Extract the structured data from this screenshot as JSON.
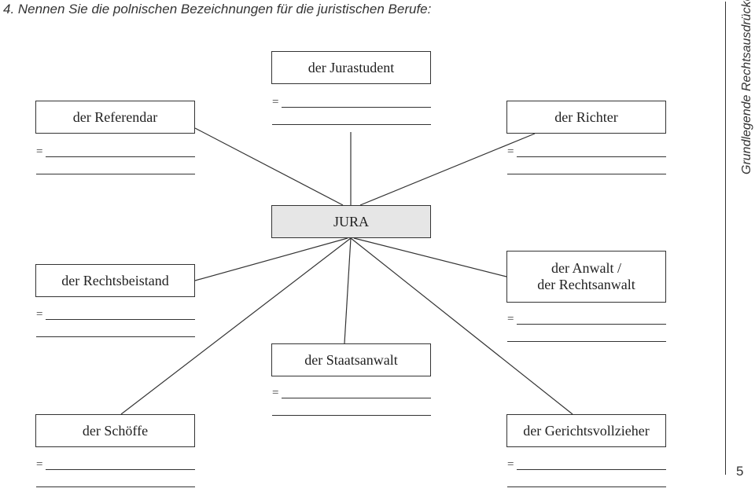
{
  "exercise_title": "4. Nennen Sie die polnischen Bezeichnungen für die juristischen Berufe:",
  "side_label": "Grundlegende Rechtsausdrücke",
  "page_number": "5",
  "center": {
    "label": "JURA"
  },
  "answer_prefix": "=",
  "professions": [
    {
      "label": "der Jurastudent"
    },
    {
      "label": "der Referendar"
    },
    {
      "label": "der Richter"
    },
    {
      "label": "der Rechtsbeistand"
    },
    {
      "label": "der Anwalt /\nder Rechtsanwalt"
    },
    {
      "label": "der Staatsanwalt"
    },
    {
      "label": "der Schöffe"
    },
    {
      "label": "der Gerichtsvollzieher"
    }
  ]
}
